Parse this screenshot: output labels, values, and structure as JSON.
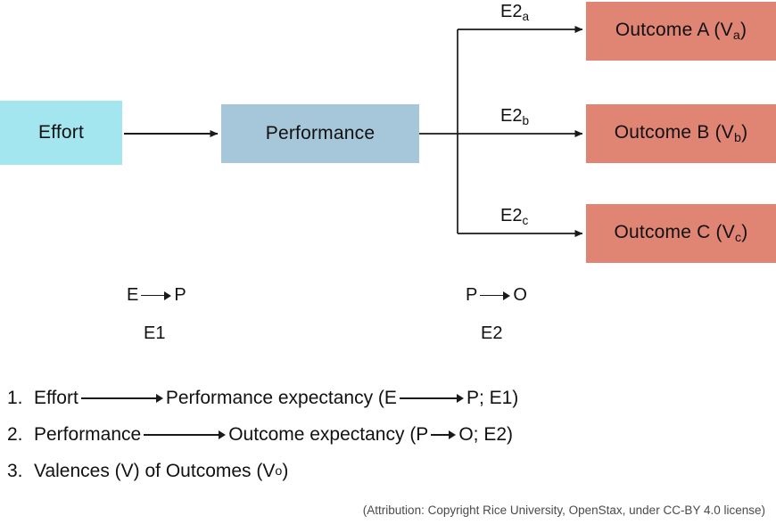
{
  "figure": {
    "title": "Expectancy Theory Diagram",
    "colors": {
      "effort_box": "#a3e6ef",
      "performance_box": "#a6c6d9",
      "outcome_box": "#e08474",
      "line": "#1a1a1a",
      "text": "#111111",
      "attribution_text": "#4a4a4a",
      "background": "#ffffff"
    }
  },
  "nodes": {
    "effort": "Effort",
    "performance": "Performance",
    "outcome_a_text": "Outcome A (V",
    "outcome_a_sub": "a",
    "outcome_a_close": ")",
    "outcome_b_text": "Outcome B (V",
    "outcome_b_sub": "b",
    "outcome_b_close": ")",
    "outcome_c_text": "Outcome C (V",
    "outcome_c_sub": "c",
    "outcome_c_close": ")"
  },
  "edge_labels": {
    "e2a_base": "E2",
    "e2a_sub": "a",
    "e2b_base": "E2",
    "e2b_sub": "b",
    "e2c_base": "E2",
    "e2c_sub": "c"
  },
  "legend": {
    "ep_from": "E",
    "ep_to": "P",
    "ep_code": "E1",
    "po_from": "P",
    "po_to": "O",
    "po_code": "E2"
  },
  "list": [
    {
      "num": "1.",
      "before": "Effort",
      "after": "Performance expectancy (E",
      "tail_to": "P; E1)"
    },
    {
      "num": "2.",
      "before": "Performance",
      "after": "Outcome expectancy (P",
      "tail_to": "O; E2)"
    },
    {
      "num": "3.",
      "before": "Valences (V) of Outcomes (V",
      "sub": "o",
      "after": ")"
    }
  ],
  "attribution": "(Attribution: Copyright Rice University, OpenStax, under CC-BY 4.0 license)"
}
